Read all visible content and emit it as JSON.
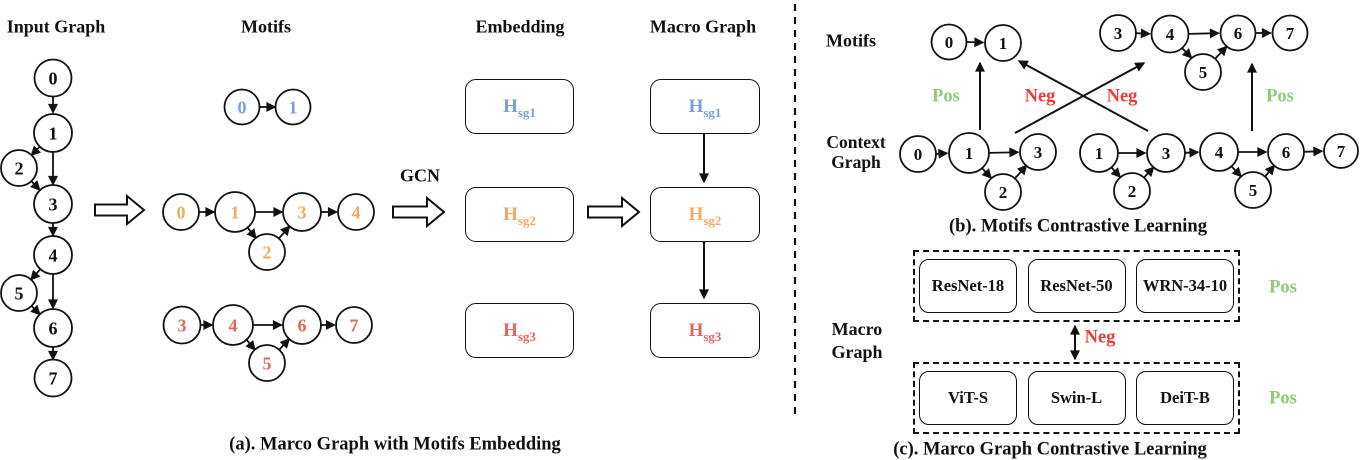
{
  "colors": {
    "node_blue": "#7c9fd9",
    "node_orange": "#f5a961",
    "node_red": "#e5655f",
    "pos_green": "#90cb78",
    "neg_red": "#f23b35",
    "line_black": "#111111"
  },
  "panel_a": {
    "titles": {
      "input_graph": "Input Graph",
      "motifs": "Motifs",
      "embedding": "Embedding",
      "macro_graph": "Macro Graph"
    },
    "gcn_label": "GCN",
    "input_graph_nodes": [
      "0",
      "1",
      "2",
      "3",
      "4",
      "5",
      "6",
      "7"
    ],
    "motif1_nodes": [
      "0",
      "1"
    ],
    "motif2_nodes": [
      "0",
      "1",
      "2",
      "3",
      "4"
    ],
    "motif3_nodes": [
      "3",
      "4",
      "5",
      "6",
      "7"
    ],
    "embedding_items": [
      {
        "main": "H",
        "sub": "sg1"
      },
      {
        "main": "H",
        "sub": "sg2"
      },
      {
        "main": "H",
        "sub": "sg3"
      }
    ],
    "macro_items": [
      {
        "main": "H",
        "sub": "sg1"
      },
      {
        "main": "H",
        "sub": "sg2"
      },
      {
        "main": "H",
        "sub": "sg3"
      }
    ],
    "caption": "(a). Marco Graph with Motifs Embedding"
  },
  "panel_b": {
    "motifs_label": "Motifs",
    "context_label_line1": "Context",
    "context_label_line2": "Graph",
    "motif1_nodes": [
      "0",
      "1"
    ],
    "motif2_nodes": [
      "3",
      "4",
      "5",
      "6",
      "7"
    ],
    "context1_nodes": [
      "0",
      "1",
      "2",
      "3"
    ],
    "context2_nodes": [
      "1",
      "2",
      "3",
      "4",
      "5",
      "6",
      "7"
    ],
    "pos_label": "Pos",
    "neg_label": "Neg",
    "caption": "(b). Motifs Contrastive Learning"
  },
  "panel_c": {
    "label_line1": "Macro",
    "label_line2": "Graph",
    "top_models": [
      "ResNet-18",
      "ResNet-50",
      "WRN-34-10"
    ],
    "bottom_models": [
      "ViT-S",
      "Swin-L",
      "DeiT-B"
    ],
    "pos_label": "Pos",
    "neg_label": "Neg",
    "caption": "(c). Marco Graph Contrastive Learning"
  }
}
